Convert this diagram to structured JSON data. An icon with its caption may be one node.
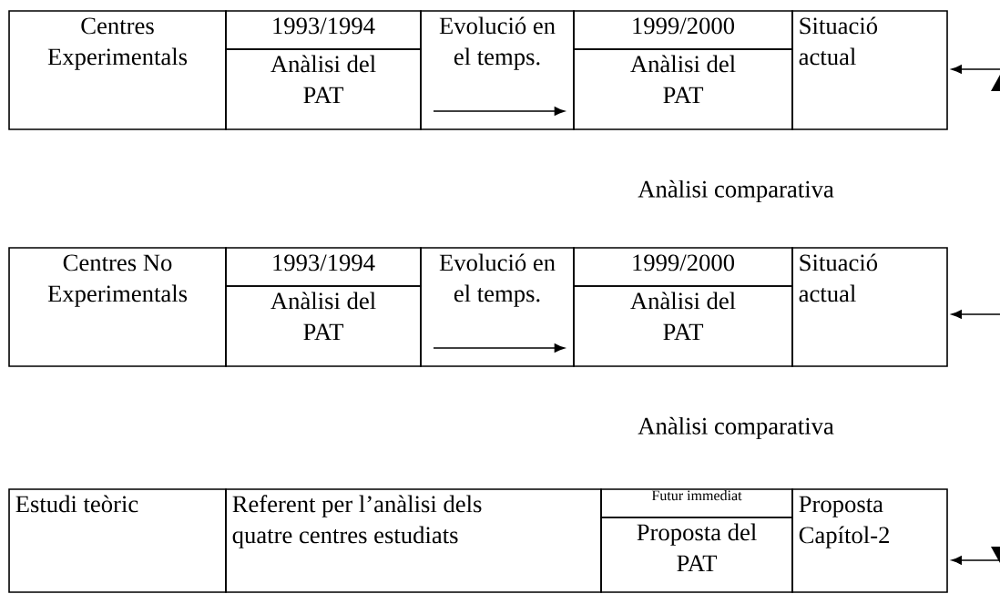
{
  "diagram": {
    "nodes": [
      {
        "text": [
          "Centres Experimentals"
        ]
      },
      {
        "text": [
          "1993/1994"
        ]
      },
      {
        "text": [
          "Anàlisi del PAT"
        ]
      },
      {
        "text": [
          "Evolució en el temps."
        ]
      },
      {
        "text": [
          "1999/2000"
        ]
      },
      {
        "text": [
          "Anàlisi del PAT"
        ]
      },
      {
        "text": [
          "Situació actual"
        ]
      },
      {
        "text": [
          "Centres No Experimentals"
        ]
      },
      {
        "text": [
          "1993/1994"
        ]
      },
      {
        "text": [
          "Anàlisi del PAT"
        ]
      },
      {
        "text": [
          "Evolució en el temps."
        ]
      },
      {
        "text": [
          "1999/2000"
        ]
      },
      {
        "text": [
          "Anàlisi del PAT"
        ]
      },
      {
        "text": [
          "Situació actual"
        ]
      },
      {
        "text": [
          "Estudi teòric"
        ]
      },
      {
        "text": [
          "Referent per l’anàlisi dels quatre centres estudiats"
        ]
      },
      {
        "text": [
          "Futur immediat"
        ]
      },
      {
        "text": [
          "Proposta del PAT"
        ]
      },
      {
        "text": [
          "Proposta Capítol-2"
        ]
      }
    ],
    "edges": [
      {
        "from": null,
        "to": 6,
        "arrow": "to"
      },
      {
        "from": null,
        "to": 13,
        "arrow": "to"
      },
      {
        "from": null,
        "to": 18,
        "arrow": "to"
      }
    ],
    "labels": [
      "Anàlisi comparativa",
      "Anàlisi comparativa"
    ]
  }
}
